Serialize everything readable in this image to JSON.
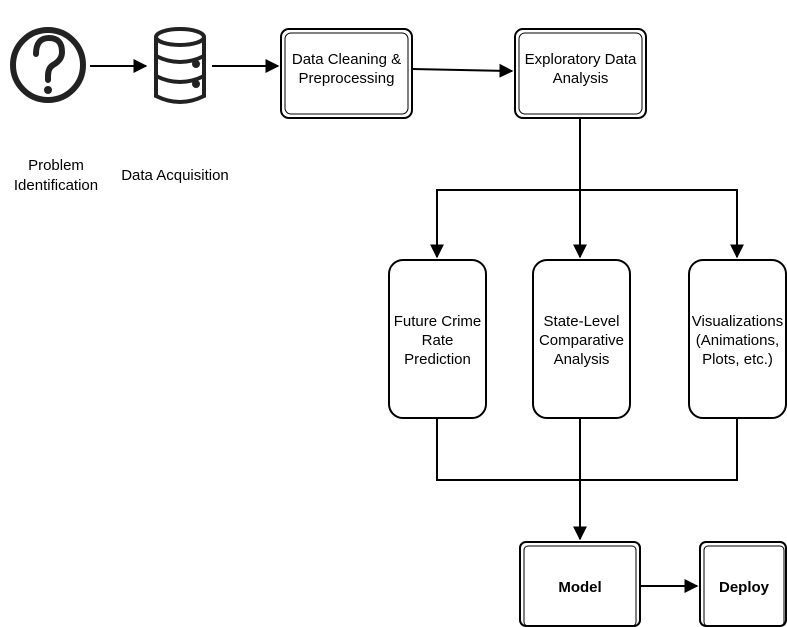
{
  "nodes": {
    "problem_identification": "Problem\nIdentification",
    "data_acquisition": "Data Acquisition",
    "data_cleaning": "Data Cleaning &\nPreprocessing",
    "eda": "Exploratory Data\nAnalysis",
    "crime_prediction": "Future Crime\nRate\nPrediction",
    "state_comparative": "State-Level\nComparative\nAnalysis",
    "visualizations": "Visualizations\n(Animations,\nPlots, etc.)",
    "model": "Model",
    "deploy": "Deploy"
  },
  "icons": {
    "problem": "question-icon",
    "data": "database-icon"
  }
}
